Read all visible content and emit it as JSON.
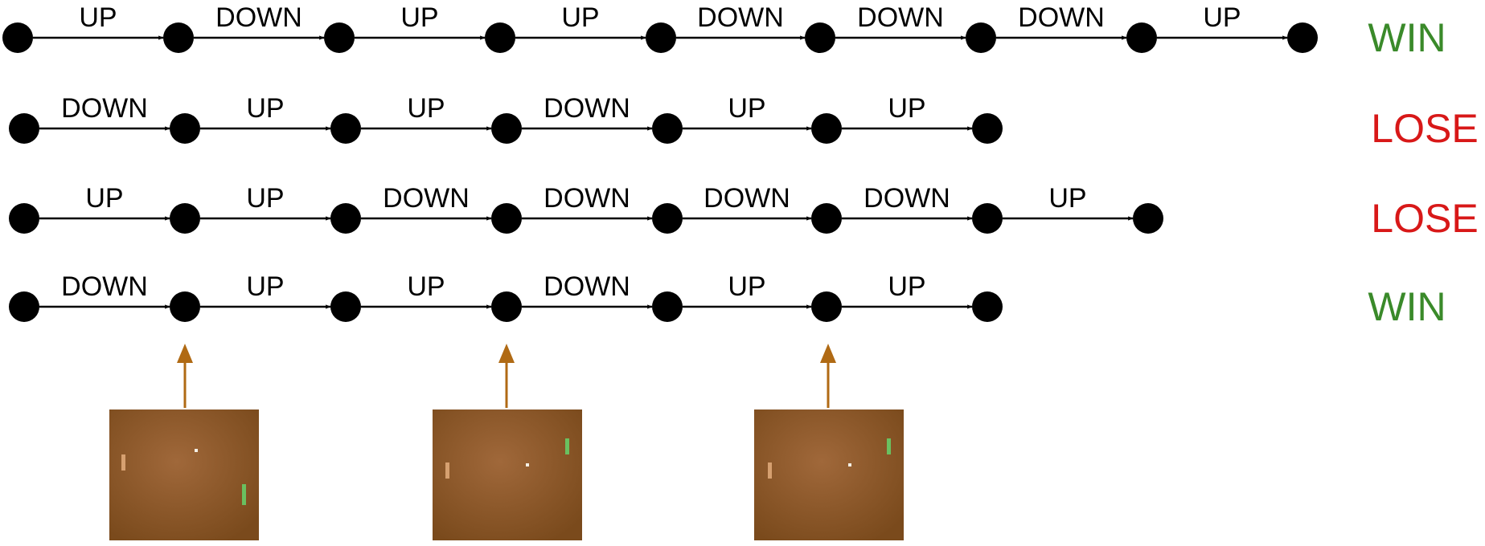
{
  "colors": {
    "node": "#000000",
    "edge": "#000000",
    "win": "#3a8a2a",
    "lose": "#d81818",
    "frame_arrow": "#b06a14",
    "frame_bg_center": "#a0683a",
    "frame_bg_edge": "#7a4a1c",
    "paddle_left": "#d6a070",
    "paddle_right": "#6ac060",
    "ball": "#f4f0e6"
  },
  "sequences": [
    {
      "actions": [
        "UP",
        "DOWN",
        "UP",
        "UP",
        "DOWN",
        "DOWN",
        "DOWN",
        "UP"
      ],
      "outcome": "WIN"
    },
    {
      "actions": [
        "DOWN",
        "UP",
        "UP",
        "DOWN",
        "UP",
        "UP"
      ],
      "outcome": "LOSE"
    },
    {
      "actions": [
        "UP",
        "UP",
        "DOWN",
        "DOWN",
        "DOWN",
        "DOWN",
        "UP"
      ],
      "outcome": "LOSE"
    },
    {
      "actions": [
        "DOWN",
        "UP",
        "UP",
        "DOWN",
        "UP",
        "UP"
      ],
      "outcome": "WIN"
    }
  ],
  "frames": [
    {
      "points_to": "sequence 4, node 2",
      "icon": "pong-frame"
    },
    {
      "points_to": "sequence 4, node 4",
      "icon": "pong-frame"
    },
    {
      "points_to": "sequence 4, node 6",
      "icon": "pong-frame"
    }
  ]
}
